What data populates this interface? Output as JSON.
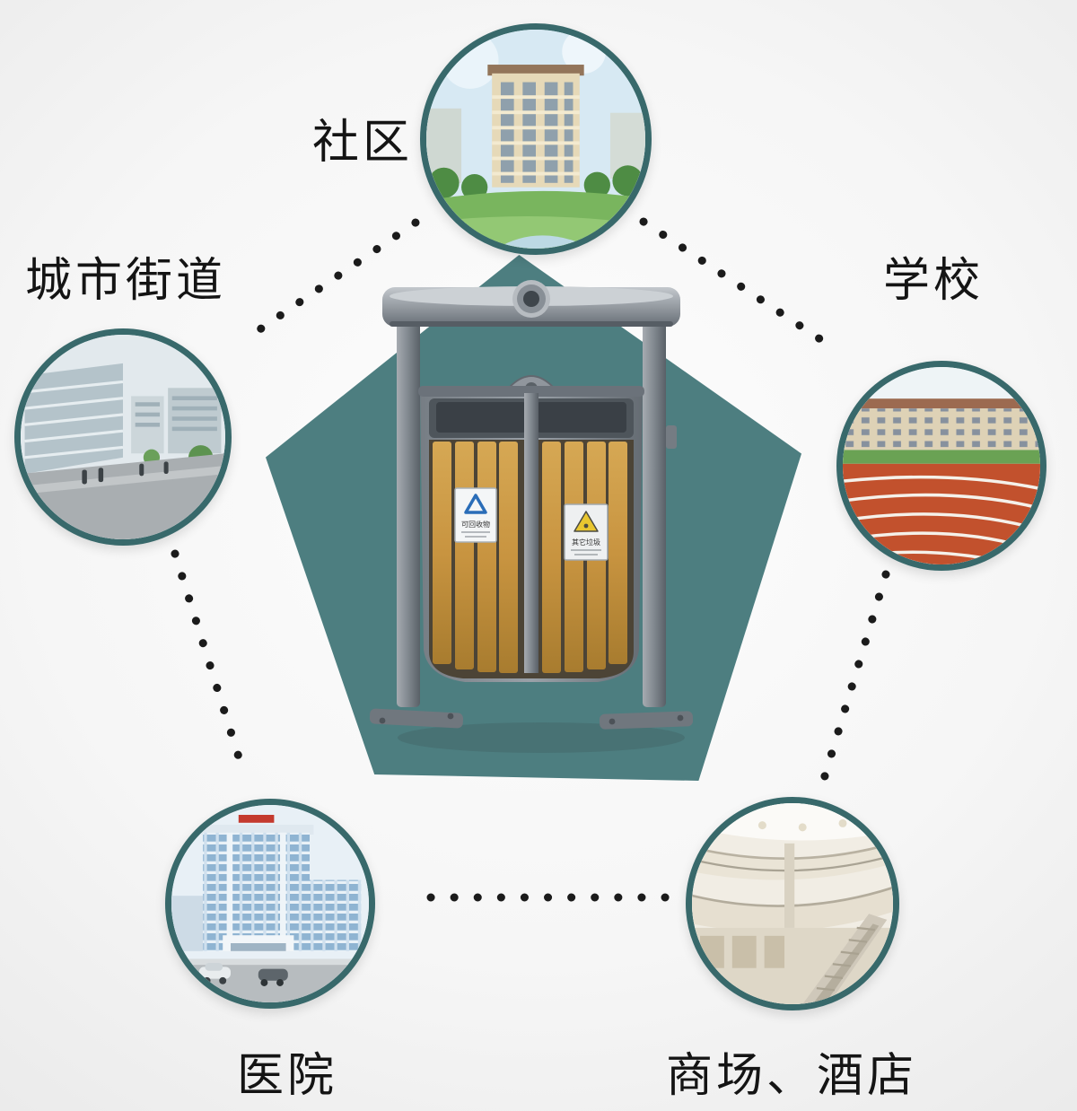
{
  "nodes": [
    {
      "id": "community",
      "label": "社区"
    },
    {
      "id": "city-street",
      "label": "城市街道"
    },
    {
      "id": "school",
      "label": "学校"
    },
    {
      "id": "hospital",
      "label": "医院"
    },
    {
      "id": "mall-hotel",
      "label": "商场、酒店"
    }
  ],
  "bin": {
    "recyclable_label": "可回收物",
    "other_label": "其它垃圾"
  },
  "icons": {
    "recyclable_symbol": "recycle-triangle-icon",
    "other_waste_symbol": "warning-triangle-icon"
  },
  "colors": {
    "pentagon": "#4d7e80",
    "circle_border": "#38696b",
    "dotted_line": "#1b1b1b",
    "wood_slat": "#c89440",
    "metal_frame": "#848b92"
  }
}
